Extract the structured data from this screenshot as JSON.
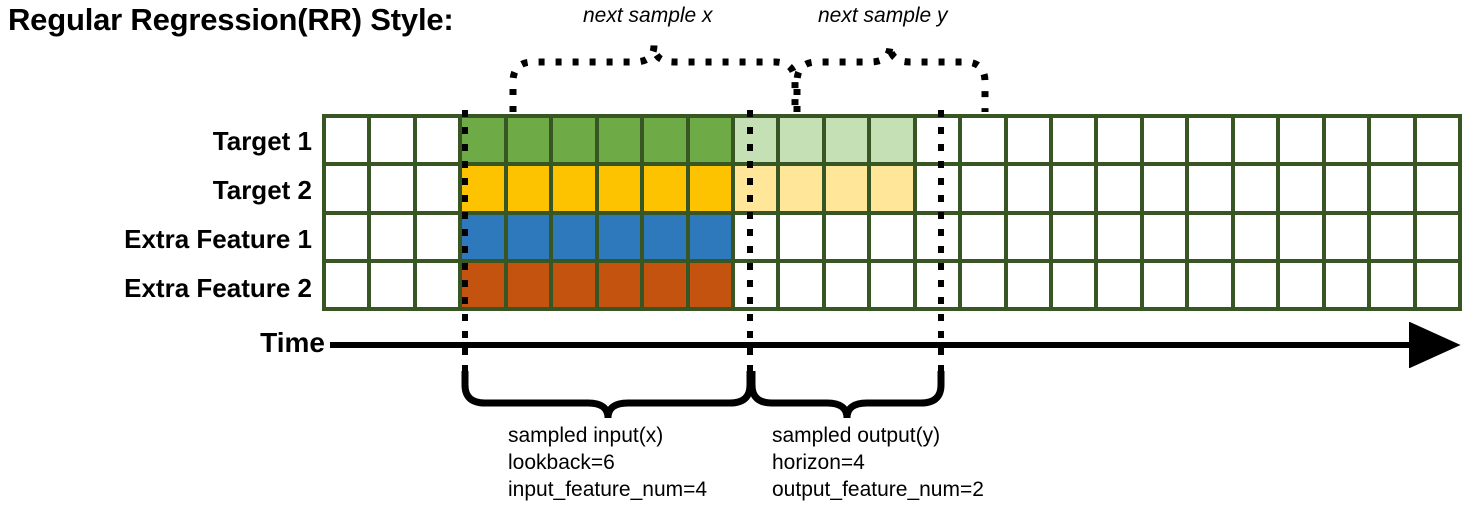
{
  "title": "Regular Regression(RR) Style:",
  "top_captions": {
    "x": "next sample x",
    "y": "next sample y"
  },
  "row_labels": [
    "Target 1",
    "Target 2",
    "Extra Feature 1",
    "Extra Feature 2"
  ],
  "axis": {
    "label": "Time",
    "arrow_direction": "right"
  },
  "bottom_blocks": {
    "input": {
      "line1": "sampled input(x)",
      "line2": "lookback=6",
      "line3": "input_feature_num=4"
    },
    "output": {
      "line1": "sampled output(y)",
      "line2": "horizon=4",
      "line3": "output_feature_num=2"
    }
  },
  "colors": {
    "grid_border": "#375623",
    "target1_input": "#6EAA46",
    "target1_output": "#C5E0B4",
    "target2_input": "#FDC300",
    "target2_output": "#FFE699",
    "extra1_input": "#2E78BC",
    "extra2_input": "#C4530F",
    "empty": "#FFFFFF",
    "text": "#000000"
  },
  "chart_data": {
    "type": "heatmap",
    "title": "Regular Regression(RR) Style:",
    "columns": 25,
    "rows": 4,
    "row_names": [
      "Target 1",
      "Target 2",
      "Extra Feature 1",
      "Extra Feature 2"
    ],
    "lookback": 6,
    "horizon": 4,
    "input_feature_num": 4,
    "output_feature_num": 2,
    "input_window_start_col": 4,
    "input_window_end_col": 9,
    "output_window_start_col": 10,
    "output_window_end_col": 13,
    "cell_fills": [
      [
        "empty",
        "empty",
        "empty",
        "green",
        "green",
        "green",
        "green",
        "green",
        "green",
        "lgreen",
        "lgreen",
        "lgreen",
        "lgreen",
        "empty",
        "empty",
        "empty",
        "empty",
        "empty",
        "empty",
        "empty",
        "empty",
        "empty",
        "empty",
        "empty",
        "empty"
      ],
      [
        "empty",
        "empty",
        "empty",
        "amber",
        "amber",
        "amber",
        "amber",
        "amber",
        "amber",
        "lamber",
        "lamber",
        "lamber",
        "lamber",
        "empty",
        "empty",
        "empty",
        "empty",
        "empty",
        "empty",
        "empty",
        "empty",
        "empty",
        "empty",
        "empty",
        "empty"
      ],
      [
        "empty",
        "empty",
        "empty",
        "blue",
        "blue",
        "blue",
        "blue",
        "blue",
        "blue",
        "empty",
        "empty",
        "empty",
        "empty",
        "empty",
        "empty",
        "empty",
        "empty",
        "empty",
        "empty",
        "empty",
        "empty",
        "empty",
        "empty",
        "empty",
        "empty"
      ],
      [
        "empty",
        "empty",
        "empty",
        "orange",
        "orange",
        "orange",
        "orange",
        "orange",
        "orange",
        "empty",
        "empty",
        "empty",
        "empty",
        "empty",
        "empty",
        "empty",
        "empty",
        "empty",
        "empty",
        "empty",
        "empty",
        "empty",
        "empty",
        "empty",
        "empty"
      ]
    ],
    "annotations": [
      {
        "name": "next sample x",
        "style": "dotted-brace-top",
        "span_cols": [
          4,
          9
        ]
      },
      {
        "name": "next sample y",
        "style": "dotted-brace-top",
        "span_cols": [
          10,
          13
        ]
      },
      {
        "name": "sampled input(x)",
        "style": "solid-brace-bottom",
        "span_cols": [
          4,
          9
        ]
      },
      {
        "name": "sampled output(y)",
        "style": "solid-brace-bottom",
        "span_cols": [
          10,
          13
        ]
      }
    ]
  }
}
